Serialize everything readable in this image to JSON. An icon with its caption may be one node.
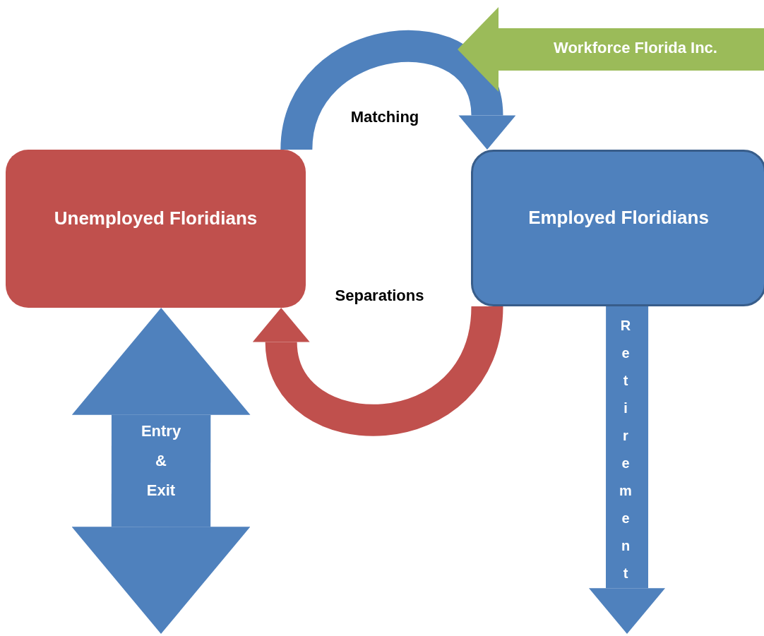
{
  "diagram": {
    "nodes": [
      {
        "text": [
          "Unemployed Floridians"
        ]
      },
      {
        "text": [
          "Employed Floridians"
        ]
      },
      {
        "text": [
          "Workforce Florida Inc."
        ]
      }
    ],
    "edges": [
      {
        "from": 0,
        "to": 1,
        "arrow": "to",
        "label": "Matching"
      },
      {
        "from": 1,
        "to": 0,
        "arrow": "to",
        "label": "Separations",
        "color": "#c0504d"
      },
      {
        "from": null,
        "to": 0,
        "arrow": "both",
        "label": "Entry & Exit",
        "style": "thick"
      },
      {
        "from": 1,
        "to": null,
        "arrow": "to",
        "label": "Retirement"
      }
    ]
  }
}
